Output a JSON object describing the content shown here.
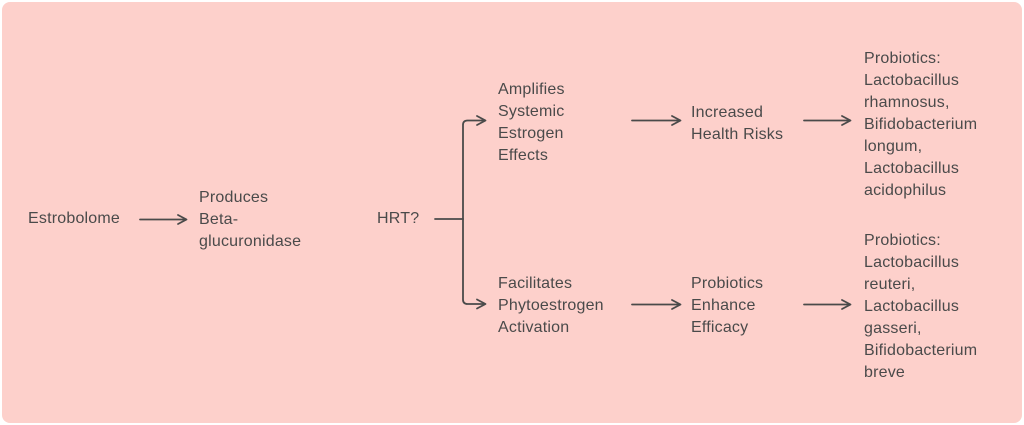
{
  "canvas": {
    "background_color": "#fdd0cb",
    "frame_color": "#ffffff",
    "line_color": "#4a4a4a",
    "text_color": "#4a4a4a"
  },
  "nodes": {
    "estrobolome": {
      "label": "Estrobolome"
    },
    "produces_beta_glucuronidase": {
      "lines": [
        "Produces",
        "Beta-",
        "glucuronidase"
      ]
    },
    "hrt_question": {
      "label": "HRT?"
    },
    "amplifies_systemic_estrogen_effects": {
      "lines": [
        "Amplifies",
        "Systemic",
        "Estrogen",
        "Effects"
      ]
    },
    "increased_health_risks": {
      "lines": [
        "Increased",
        "Health Risks"
      ]
    },
    "probiotics_for_risks": {
      "lines": [
        "Probiotics:",
        "Lactobacillus",
        "rhamnosus,",
        "Bifidobacterium",
        "longum,",
        "Lactobacillus",
        "acidophilus"
      ]
    },
    "facilitates_phytoestrogen_activation": {
      "lines": [
        "Facilitates",
        "Phytoestrogen",
        "Activation"
      ]
    },
    "probiotics_enhance_efficacy": {
      "lines": [
        "Probiotics",
        "Enhance",
        "Efficacy"
      ]
    },
    "probiotics_for_efficacy": {
      "lines": [
        "Probiotics:",
        "Lactobacillus",
        "reuteri,",
        "Lactobacillus",
        "gasseri,",
        "Bifidobacterium",
        "breve"
      ]
    }
  }
}
